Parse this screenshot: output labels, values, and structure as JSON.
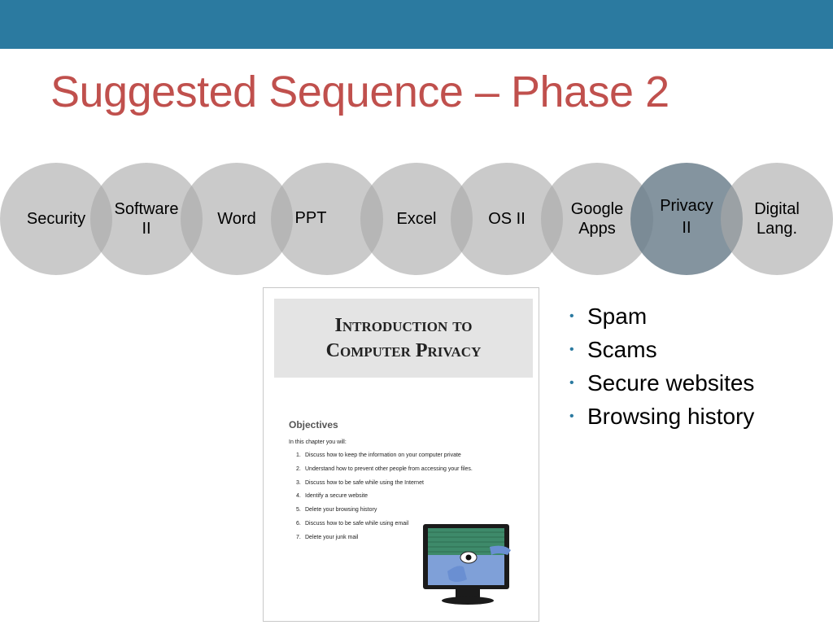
{
  "colors": {
    "header_bar": "#2b7aa0",
    "title": "#c0504d",
    "circle": "#aaaaaa",
    "circle_active": "#697d8a"
  },
  "title": "Suggested Sequence – Phase 2",
  "sequence": [
    {
      "line1": "Security",
      "line2": ""
    },
    {
      "line1": "Software",
      "line2": "II"
    },
    {
      "line1": "Word",
      "line2": ""
    },
    {
      "line1": "PPT",
      "line2": ""
    },
    {
      "line1": "Excel",
      "line2": ""
    },
    {
      "line1": "OS II",
      "line2": ""
    },
    {
      "line1": "Google",
      "line2": "Apps"
    },
    {
      "line1": "Privacy",
      "line2": "II"
    },
    {
      "line1": "Digital",
      "line2": "Lang."
    }
  ],
  "active_step": "Privacy II",
  "document": {
    "title_line1": "Introduction to",
    "title_line2": "Computer Privacy",
    "objectives_heading": "Objectives",
    "intro": "In this chapter you will:",
    "objectives": [
      {
        "num": "1.",
        "text": "Discuss how to keep the information on your computer private"
      },
      {
        "num": "2.",
        "text": "Understand how to prevent other people from accessing your files."
      },
      {
        "num": "3.",
        "text": "Discuss how to be safe while using the Internet"
      },
      {
        "num": "4.",
        "text": "Identify a secure website"
      },
      {
        "num": "5.",
        "text": "Delete your browsing history"
      },
      {
        "num": "6.",
        "text": "Discuss how to be safe while using email"
      },
      {
        "num": "7.",
        "text": "Delete your junk mail"
      }
    ],
    "illustration_icon": "monitor-eye-icon"
  },
  "bullets": [
    "Spam",
    "Scams",
    "Secure websites",
    "Browsing history"
  ]
}
